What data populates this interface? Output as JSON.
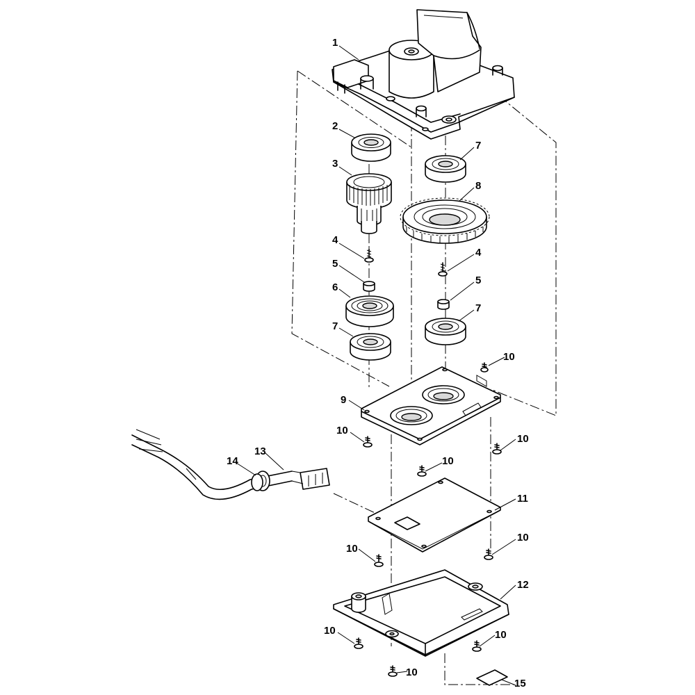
{
  "labels": [
    {
      "id": "1",
      "text": "1",
      "name": "housing-cover"
    },
    {
      "id": "2",
      "text": "2",
      "name": "bearing-upper-left"
    },
    {
      "id": "3",
      "text": "3",
      "name": "pinion-gear"
    },
    {
      "id": "4a",
      "text": "4",
      "name": "screw-left"
    },
    {
      "id": "5a",
      "text": "5",
      "name": "spacer-left"
    },
    {
      "id": "6",
      "text": "6",
      "name": "bearing-flanged"
    },
    {
      "id": "7a",
      "text": "7",
      "name": "bearing-lower-left"
    },
    {
      "id": "7b",
      "text": "7",
      "name": "bearing-upper-right"
    },
    {
      "id": "8",
      "text": "8",
      "name": "drive-gear"
    },
    {
      "id": "4b",
      "text": "4",
      "name": "screw-right"
    },
    {
      "id": "5b",
      "text": "5",
      "name": "spacer-right"
    },
    {
      "id": "7c",
      "text": "7",
      "name": "bearing-lower-right"
    },
    {
      "id": "9",
      "text": "9",
      "name": "mounting-plate"
    },
    {
      "id": "10a",
      "text": "10",
      "name": "screw-plate-upper-right"
    },
    {
      "id": "10b",
      "text": "10",
      "name": "screw-plate-left"
    },
    {
      "id": "10c",
      "text": "10",
      "name": "screw-plate-right"
    },
    {
      "id": "10d",
      "text": "10",
      "name": "screw-plate-center"
    },
    {
      "id": "11",
      "text": "11",
      "name": "circuit-board"
    },
    {
      "id": "10e",
      "text": "10",
      "name": "screw-board-left"
    },
    {
      "id": "10f",
      "text": "10",
      "name": "screw-board-right"
    },
    {
      "id": "12",
      "text": "12",
      "name": "base-housing"
    },
    {
      "id": "10g",
      "text": "10",
      "name": "screw-base-left"
    },
    {
      "id": "10h",
      "text": "10",
      "name": "screw-base-right"
    },
    {
      "id": "10i",
      "text": "10",
      "name": "screw-base-bottom"
    },
    {
      "id": "13",
      "text": "13",
      "name": "cable-harness"
    },
    {
      "id": "14",
      "text": "14",
      "name": "grommet"
    },
    {
      "id": "15",
      "text": "15",
      "name": "label-plate"
    }
  ]
}
